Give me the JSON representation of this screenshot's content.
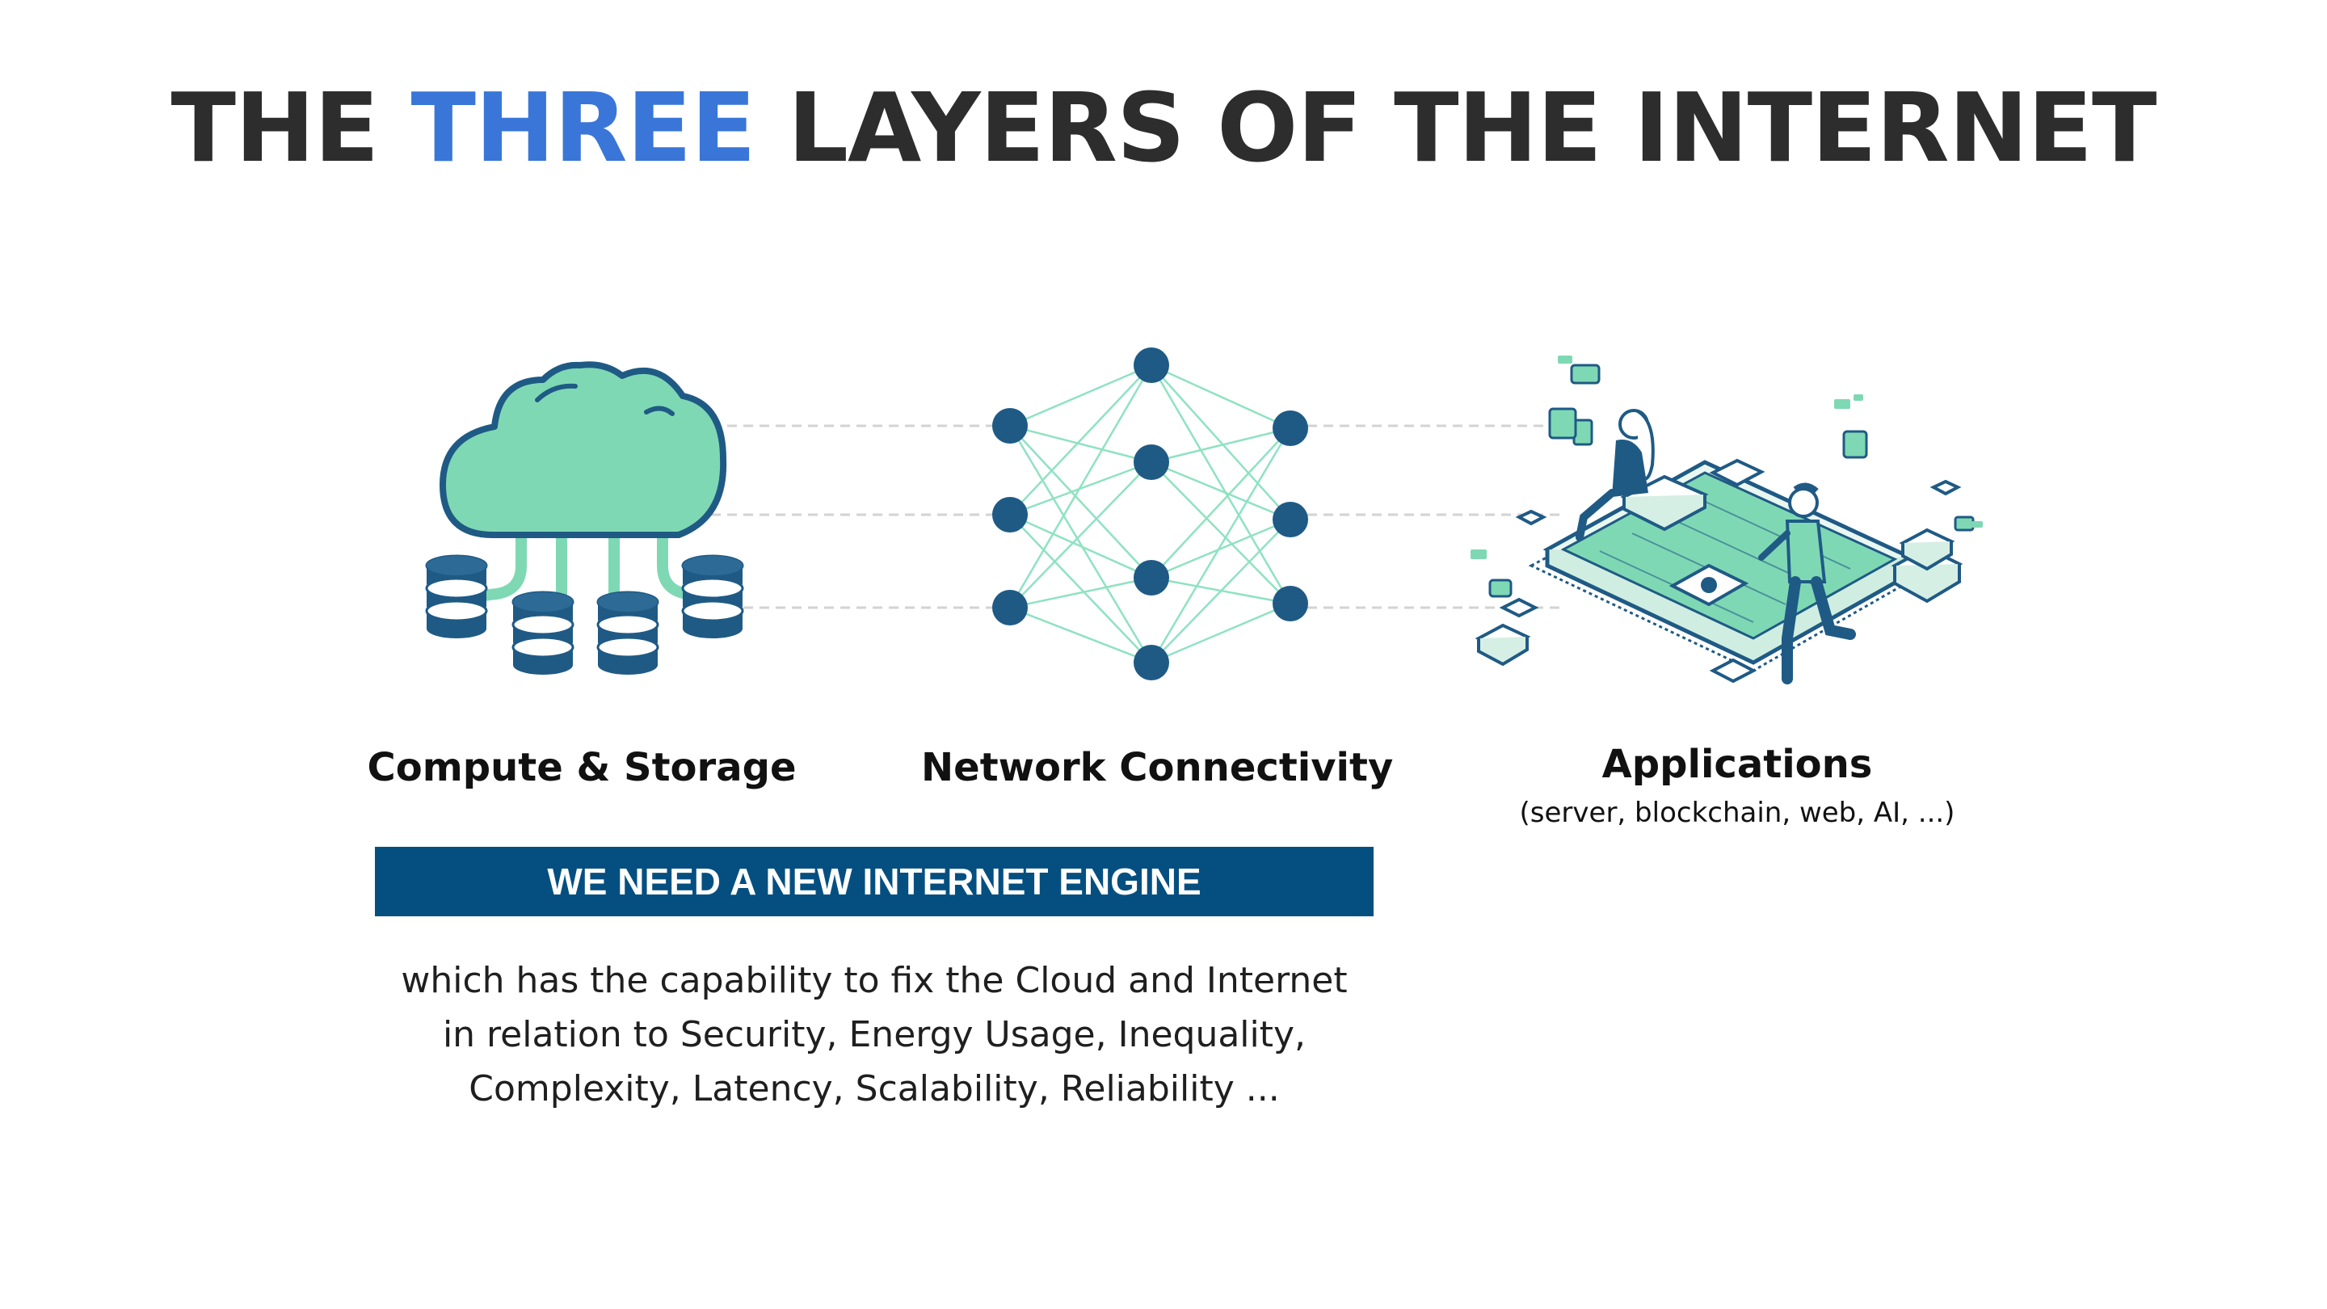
{
  "title": {
    "before": "THE ",
    "highlight": "THREE",
    "after": " LAYERS OF THE INTERNET"
  },
  "layers": [
    {
      "label": "Compute & Storage"
    },
    {
      "label": "Network Connectivity"
    },
    {
      "label": "Applications",
      "sublabel": "(server, blockchain, web, AI, ...)"
    }
  ],
  "banner": "WE NEED A NEW INTERNET ENGINE",
  "body_lines": [
    "which has the capability to fix the Cloud and Internet",
    "in relation to Security, Energy Usage, Inequality,",
    "Complexity, Latency, Scalability, Reliability ..."
  ],
  "colors": {
    "title_dark": "#2d2d2d",
    "title_accent": "#3a76d8",
    "cloud_fill": "#7fd8b4",
    "navy": "#1f5a85",
    "banner": "#054f80",
    "mint_line": "#8fe2c2",
    "connector": "#d3d3d3"
  },
  "icons": [
    "cloud-icon",
    "database-icon",
    "neural-network-icon",
    "isometric-app-illustration"
  ]
}
